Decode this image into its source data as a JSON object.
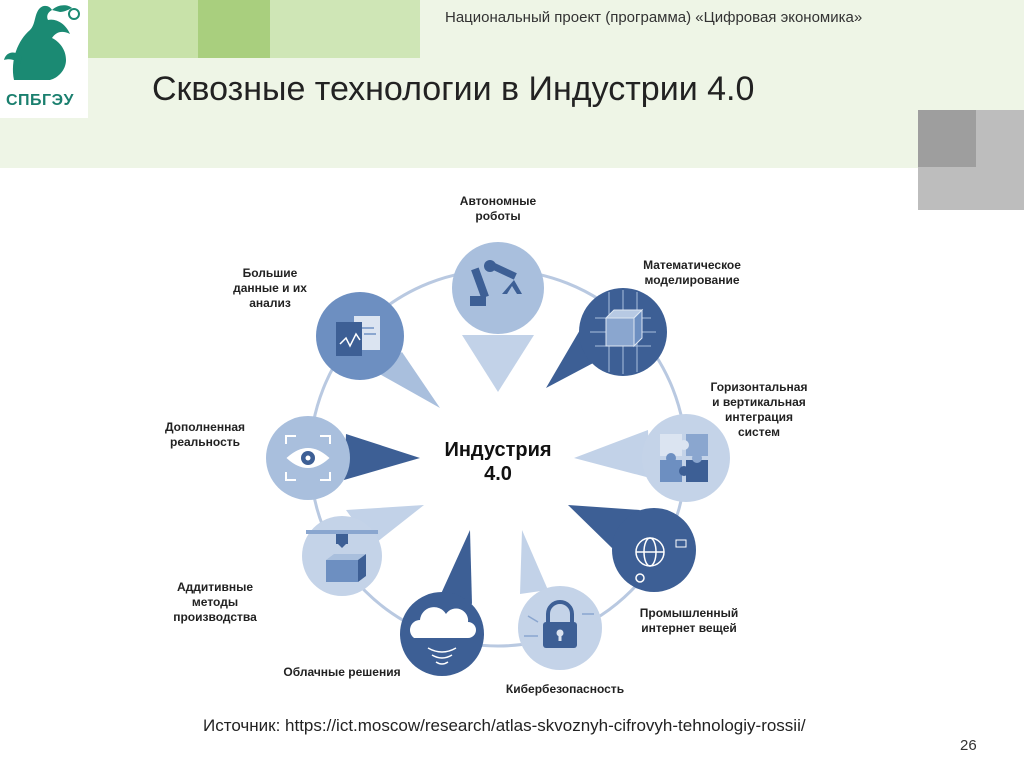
{
  "header": {
    "project": "Национальный проект (программа) «Цифровая экономика»",
    "title": "Сквозные технологии в Индустрии 4.0",
    "logo_text": "СПБГЭУ"
  },
  "diagram": {
    "center": "Индустрия\n4.0",
    "items": [
      {
        "label": "Автономные\nроботы",
        "icon": "robot-arm-icon"
      },
      {
        "label": "Математическое\nмоделирование",
        "icon": "cube-grid-icon"
      },
      {
        "label": "Горизонтальная\nи вертикальная\nинтеграция\nсистем",
        "icon": "puzzle-icon"
      },
      {
        "label": "Промышленный\nинтернет вещей",
        "icon": "globe-network-icon"
      },
      {
        "label": "Кибербезопасность",
        "icon": "lock-icon"
      },
      {
        "label": "Облачные решения",
        "icon": "cloud-icon"
      },
      {
        "label": "Аддитивные\nметоды\nпроизводства",
        "icon": "3d-printer-icon"
      },
      {
        "label": "Дополненная\nреальность",
        "icon": "eye-icon"
      },
      {
        "label": "Большие\nданные и их\nанализ",
        "icon": "data-documents-icon"
      }
    ]
  },
  "footer": {
    "source": "Источник: https://ict.moscow/research/atlas-skvoznyh-cifrovyh-tehnologiy-rossii/",
    "page_number": "26"
  },
  "colors": {
    "dark_blue": "#3d5f95",
    "mid_blue": "#6d8fc1",
    "light_blue": "#a9bfdd",
    "ring": "#b9c9e1"
  }
}
